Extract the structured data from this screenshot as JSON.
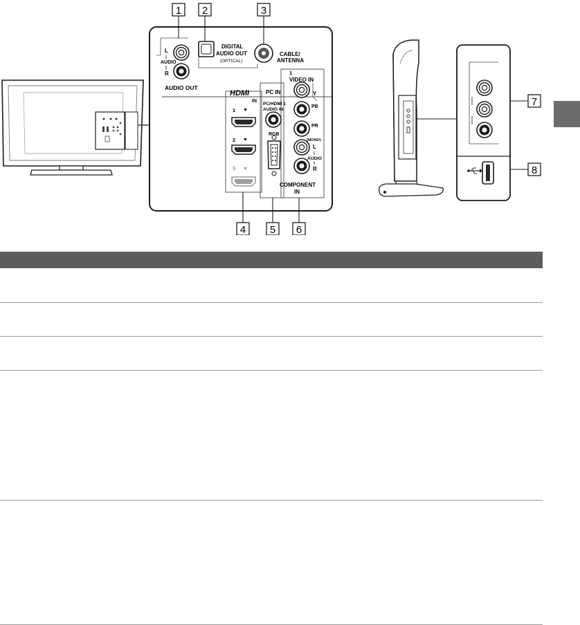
{
  "callouts": [
    "1",
    "2",
    "3",
    "4",
    "5",
    "6",
    "7",
    "8"
  ],
  "rear_panel": {
    "audio_l": "L",
    "audio": "AUDIO",
    "audio_r": "R",
    "audio_out": "AUDIO OUT",
    "digital_audio_out_line1": "DIGITAL",
    "digital_audio_out_line2": "AUDIO OUT",
    "digital_audio_out_optical": "(OPTICAL)",
    "cable_antenna_line1": "CABLE/",
    "cable_antenna_line2": "ANTENNA",
    "hdmi_logo": "HDMI",
    "hdmi_in": "IN",
    "hdmi_port_1": "1",
    "hdmi_port_2": "2",
    "hdmi_port_3": "3",
    "pc_in": "PC IN",
    "pc_hdmi_audio_in_line1": "PC/HDMI 1",
    "pc_hdmi_audio_in_line2": "AUDIO IN",
    "rgb": "RGB",
    "video_in_number": "1",
    "video_in": "VIDEO IN",
    "y": "Y",
    "pb": "PB",
    "pr": "PR",
    "mono": "(MONO)",
    "comp_audio_l": "L",
    "comp_audio": "AUDIO",
    "comp_audio_r": "R",
    "component_in_line1": "COMPONENT",
    "component_in_line2": "IN"
  },
  "colors": {
    "table_header": "#5c5c5c",
    "side_tab": "#6b6b6b",
    "divider": "#9a9a9a",
    "line": "#2a2a2a"
  },
  "icons": [
    "rca-jack-icon",
    "optical-port-icon",
    "coax-port-icon",
    "hdmi-port-icon",
    "vga-port-icon",
    "usb-icon",
    "usb-port-icon"
  ]
}
